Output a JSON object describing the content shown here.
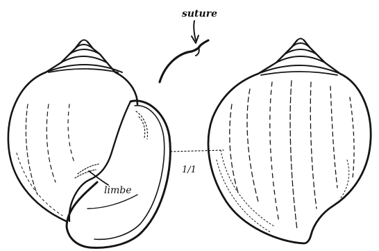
{
  "figure": {
    "labels": {
      "suture": "suture",
      "scale": "1/1",
      "limbe": "limbe"
    },
    "colors": {
      "ink": "#151515",
      "paper": "#ffffff"
    },
    "icons": {
      "suture_pointer": "arrow-down-icon",
      "suture_detail": "suture-curve-icon"
    }
  }
}
